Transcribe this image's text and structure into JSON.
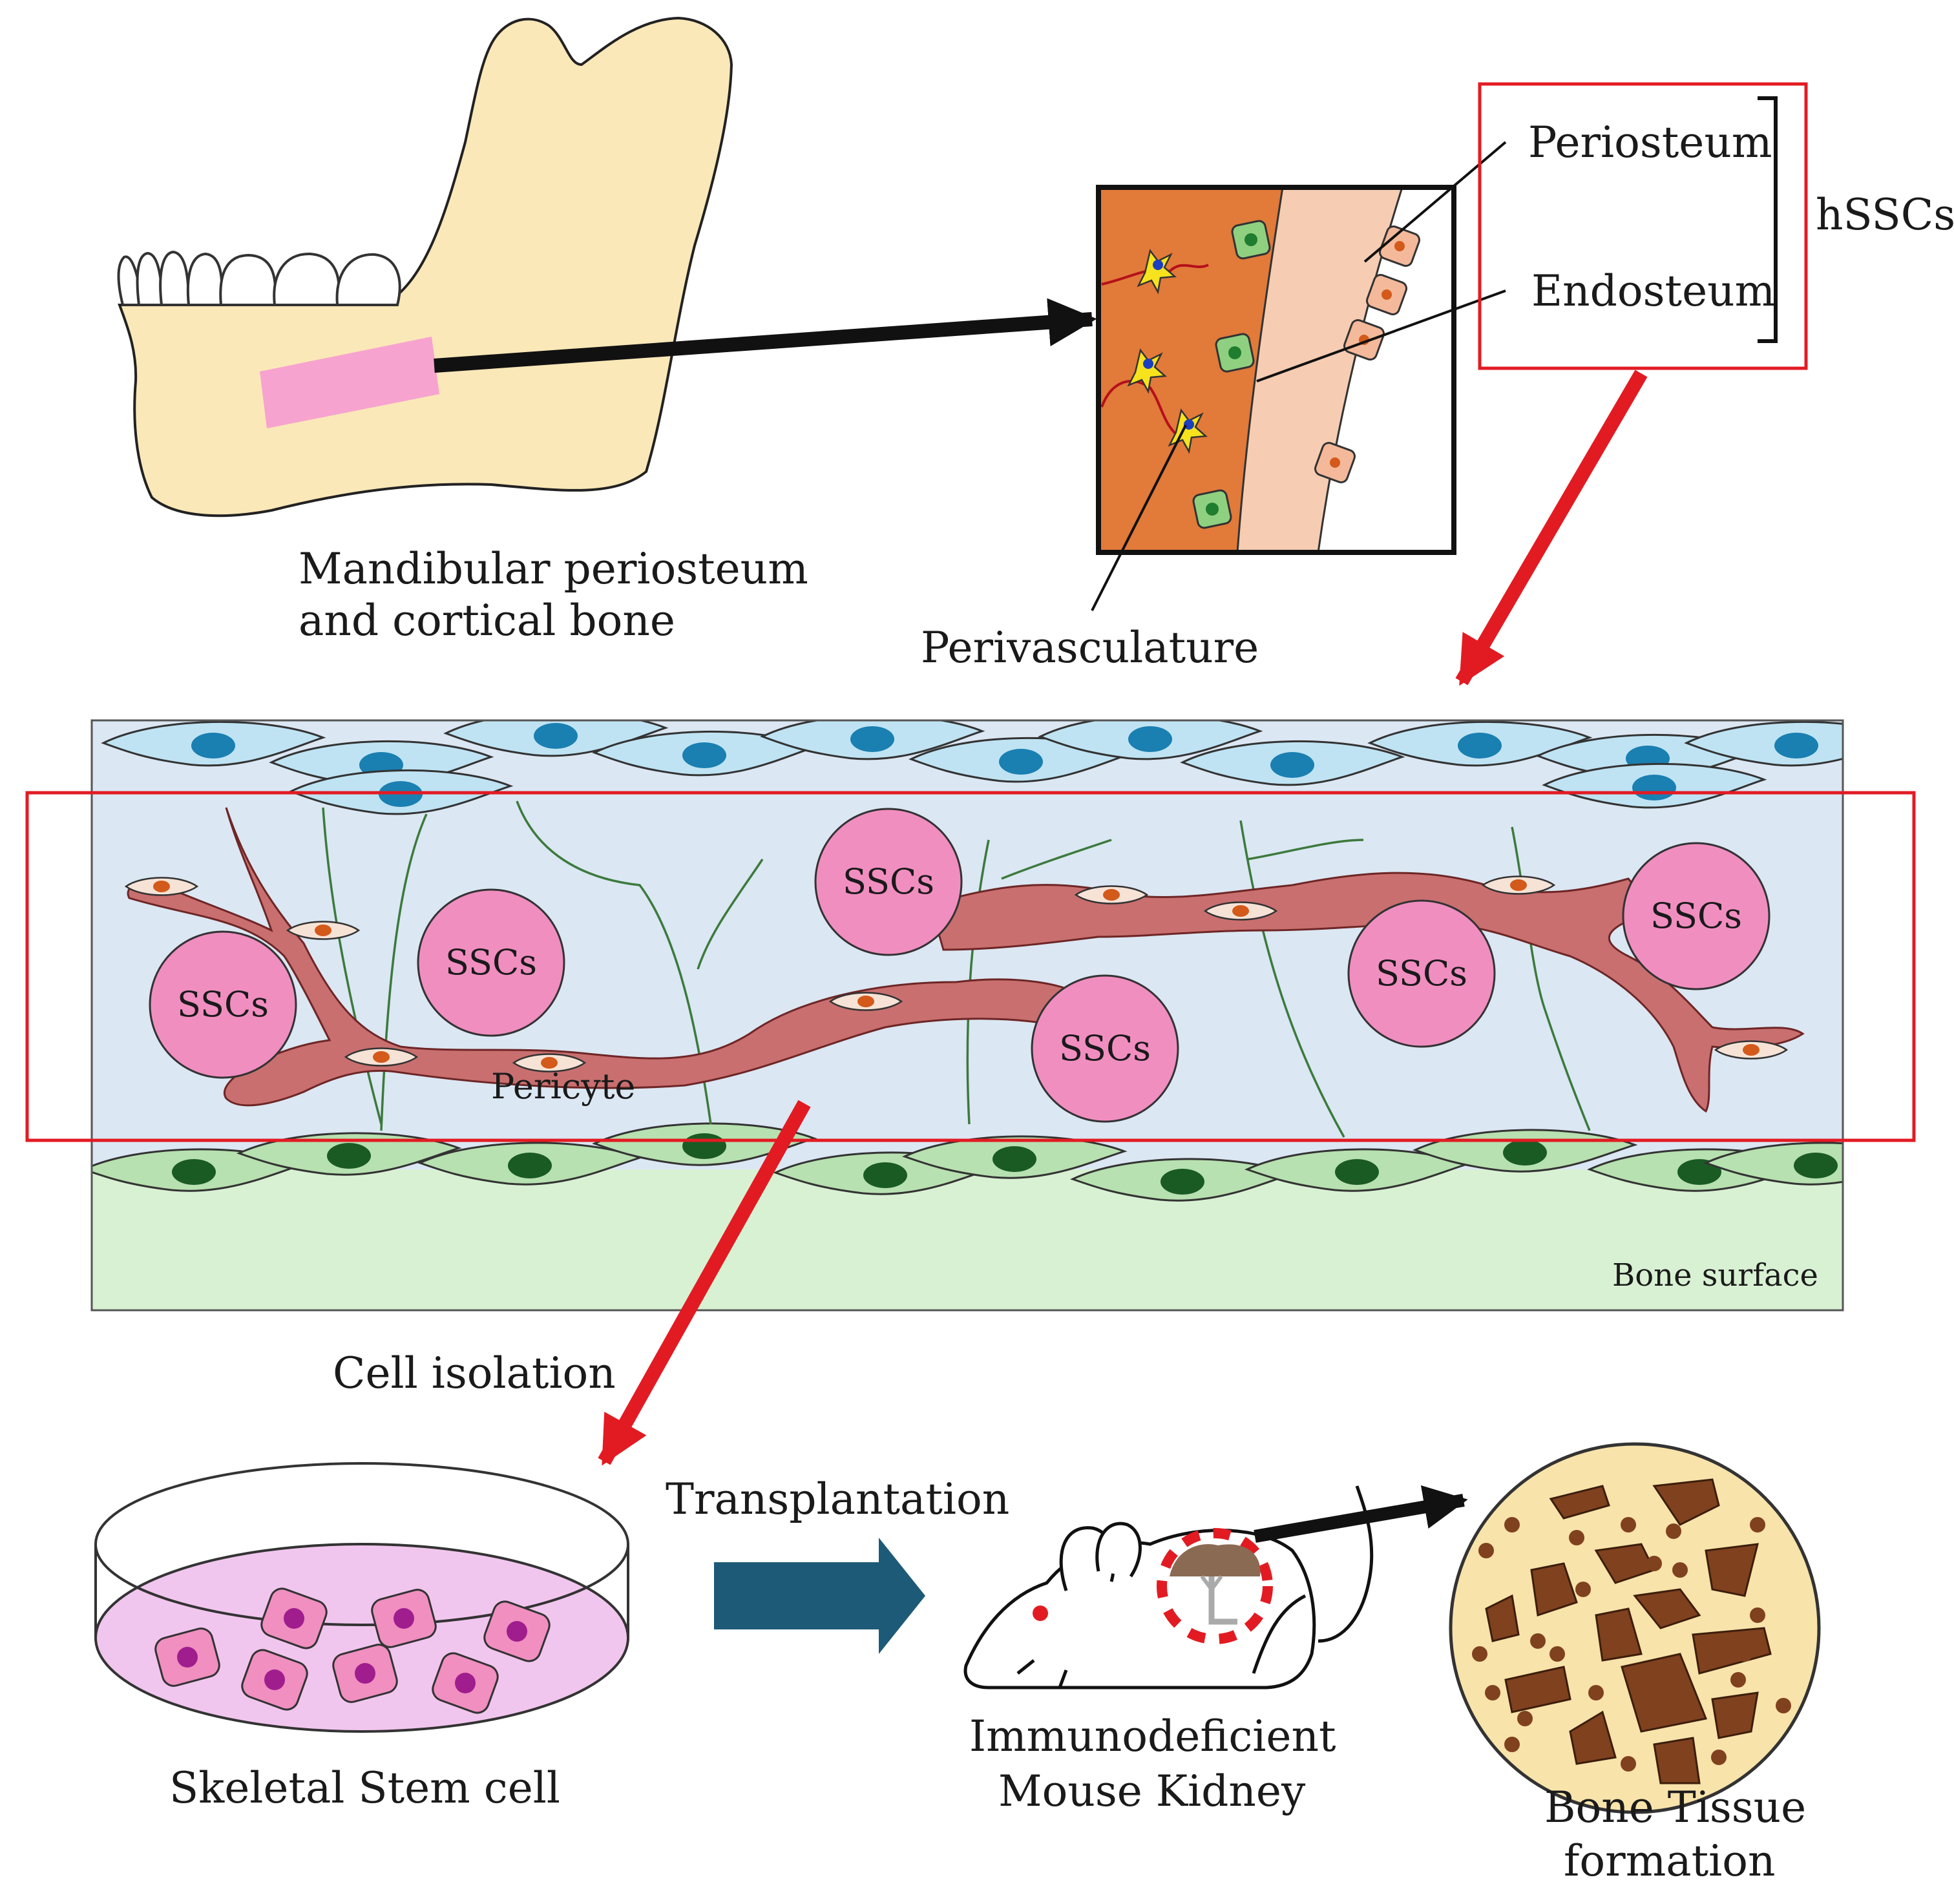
{
  "labels": {
    "mandible_line1": "Mandibular periosteum",
    "mandible_line2": "and cortical bone",
    "periosteum": "Periosteum",
    "endosteum": "Endosteum",
    "hsscs": "hSSCs",
    "perivasculature": "Perivasculature",
    "ssc": "SSCs",
    "pericyte": "Pericyte",
    "bone_surface": "Bone surface",
    "cell_isolation": "Cell isolation",
    "transplantation": "Transplantation",
    "skeletal_stem_cell": "Skeletal Stem cell",
    "mouse_line1": "Immunodeficient",
    "mouse_line2": "Mouse Kidney",
    "bone_tissue_line1": "Bone Tissue",
    "bone_tissue_line2": "formation"
  },
  "colors": {
    "jaw_bone": "#fbe8b8",
    "sample_patch": "#f7a3cf",
    "marrow": "#e27a3a",
    "cortex": "#f6cdb3",
    "vessel": "#c96f6f",
    "ssc_cell": "#f18ec0",
    "highlight_box": "#e21b23",
    "flow_arrow": "#1d5a77",
    "upper_cells": "#bfe3f3",
    "upper_nuclei": "#1a7fb1",
    "lower_cells": "#b7e1b0",
    "lower_nuclei": "#1a5b24",
    "bone_surface": "#d8f1d3",
    "tissue_bg": "#dbe7f3",
    "dish_media": "#f1c6ee",
    "bone_tissue_bg": "#f8e3aa",
    "bone_fragment": "#80411f"
  },
  "icons": {
    "mandible": "mandible-icon",
    "tooth": "tooth-icon",
    "mouse": "mouse-icon",
    "petri_dish": "petri-dish-icon",
    "bone_tissue": "bone-tissue-icon"
  }
}
